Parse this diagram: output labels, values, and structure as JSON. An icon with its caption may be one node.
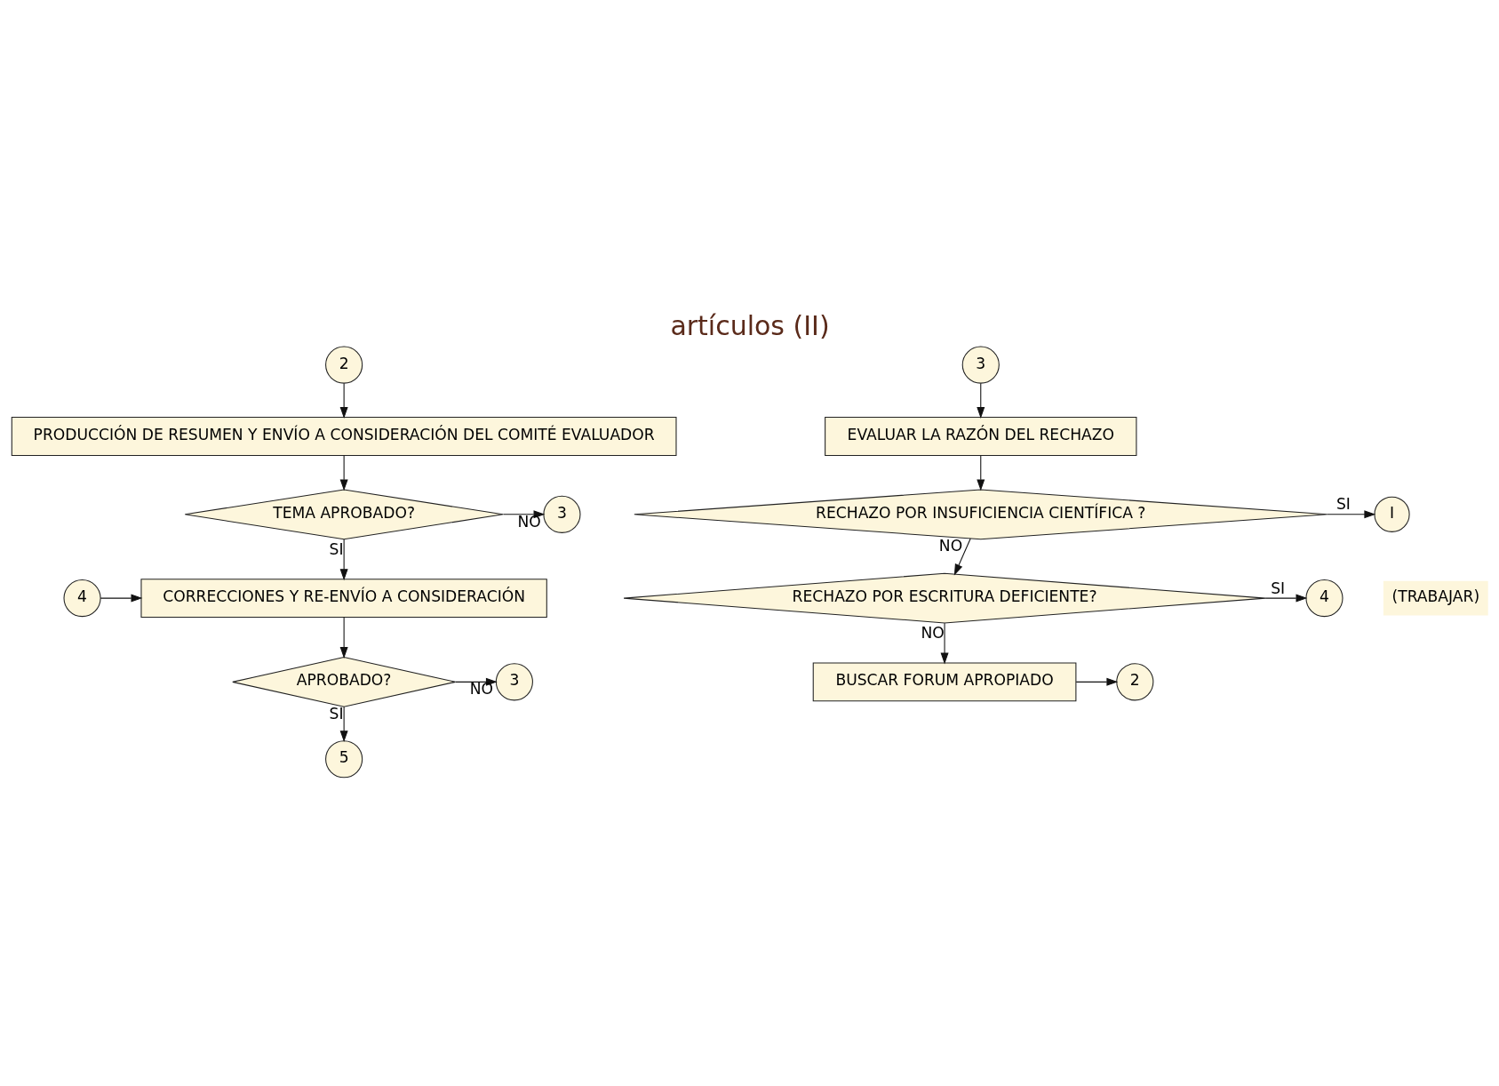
{
  "diagram": {
    "title": "artículos (II)",
    "nodes": [
      {
        "text": [
          "2"
        ]
      },
      {
        "text": [
          "PRODUCCIÓN DE RESUMEN Y ENVÍO A CONSIDERACIÓN DEL COMITÉ EVALUADOR"
        ]
      },
      {
        "text": [
          "TEMA APROBADO?"
        ]
      },
      {
        "text": [
          "3"
        ]
      },
      {
        "text": [
          "4"
        ]
      },
      {
        "text": [
          "CORRECCIONES Y RE-ENVÍO A CONSIDERACIÓN"
        ]
      },
      {
        "text": [
          "APROBADO?"
        ]
      },
      {
        "text": [
          "3"
        ]
      },
      {
        "text": [
          "5"
        ]
      },
      {
        "text": [
          "3"
        ]
      },
      {
        "text": [
          "EVALUAR LA RAZÓN DEL RECHAZO"
        ]
      },
      {
        "text": [
          "RECHAZO POR INSUFICIENCIA CIENTÍFICA ?"
        ]
      },
      {
        "text": [
          "I"
        ],
        "beside": [
          "(TRABAJAR)"
        ]
      },
      {
        "text": [
          "RECHAZO POR ESCRITURA DEFICIENTE?"
        ]
      },
      {
        "text": [
          "4"
        ]
      },
      {
        "text": [
          "BUSCAR FORUM APROPIADO"
        ]
      },
      {
        "text": [
          "2"
        ]
      }
    ],
    "edges": [
      {
        "from": 0,
        "to": 1,
        "arrow": "to"
      },
      {
        "from": 1,
        "to": 2,
        "arrow": "to"
      },
      {
        "from": 2,
        "to": 3,
        "arrow": "to",
        "label": "NO"
      },
      {
        "from": 2,
        "to": 5,
        "arrow": "to",
        "label": "SI"
      },
      {
        "from": 4,
        "to": 5,
        "arrow": "to"
      },
      {
        "from": 5,
        "to": 6,
        "arrow": "to"
      },
      {
        "from": 6,
        "to": 7,
        "arrow": "to",
        "label": "NO"
      },
      {
        "from": 6,
        "to": 8,
        "arrow": "to",
        "label": "SI"
      },
      {
        "from": 9,
        "to": 10,
        "arrow": "to"
      },
      {
        "from": 10,
        "to": 11,
        "arrow": "to"
      },
      {
        "from": 11,
        "to": 12,
        "arrow": "to",
        "label": "SI"
      },
      {
        "from": 11,
        "to": 13,
        "arrow": "to",
        "label": "NO"
      },
      {
        "from": 13,
        "to": 14,
        "arrow": "to",
        "label": "SI"
      },
      {
        "from": 13,
        "to": 15,
        "arrow": "to",
        "label": "NO"
      },
      {
        "from": 15,
        "to": 16,
        "arrow": "to"
      }
    ]
  }
}
